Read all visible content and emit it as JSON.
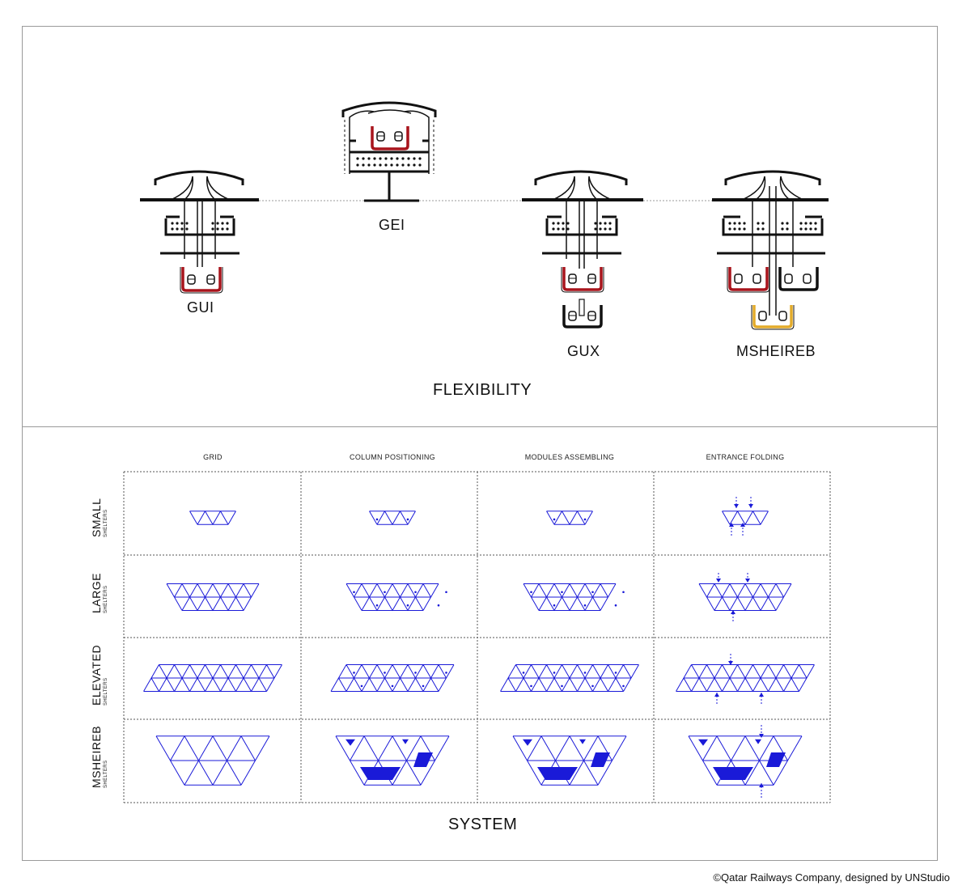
{
  "flexibility": {
    "title": "FLEXIBILITY",
    "stations": [
      {
        "key": "gui",
        "label": "GUI"
      },
      {
        "key": "gei",
        "label": "GEI"
      },
      {
        "key": "gux",
        "label": "GUX"
      },
      {
        "key": "msheireb",
        "label": "MSHEIREB"
      }
    ],
    "track_colors": {
      "red": "#a8141c",
      "black": "#111111",
      "yellow": "#e3ab2a"
    }
  },
  "system": {
    "title": "SYSTEM",
    "columns": [
      "GRID",
      "COLUMN POSITIONING",
      "MODULES ASSEMBLING",
      "ENTRANCE FOLDING"
    ],
    "rows": [
      {
        "label": "SMALL",
        "sublabel": "SHELTERS"
      },
      {
        "label": "LARGE",
        "sublabel": "SHELTERS"
      },
      {
        "label": "ELEVATED",
        "sublabel": "SHELTERS"
      },
      {
        "label": "MSHEIREB",
        "sublabel": "SHELTERS"
      }
    ],
    "line_color": "#1a1ad8"
  },
  "copyright": "©Qatar Railways Company, designed by UNStudio"
}
